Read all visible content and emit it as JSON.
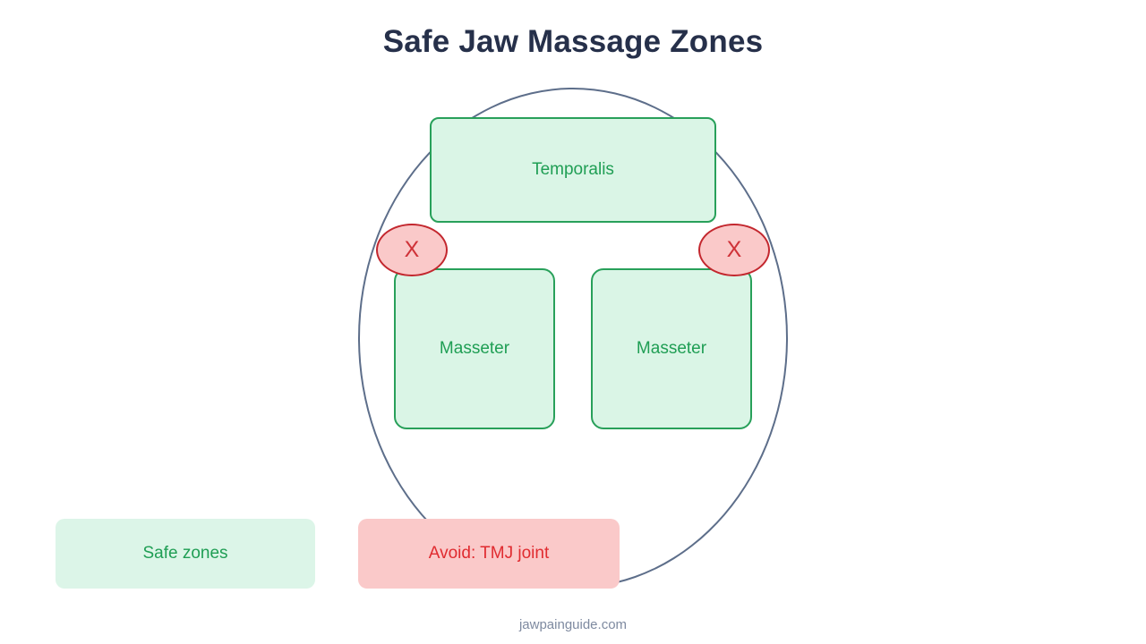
{
  "title": "Safe Jaw Massage Zones",
  "diagram": {
    "zones": [
      {
        "id": "temporalis",
        "label": "Temporalis"
      },
      {
        "id": "masseter-left",
        "label": "Masseter"
      },
      {
        "id": "masseter-right",
        "label": "Masseter"
      }
    ],
    "avoid_markers": [
      {
        "id": "tmj-left",
        "label": "X"
      },
      {
        "id": "tmj-right",
        "label": "X"
      }
    ]
  },
  "legend": {
    "safe_label": "Safe zones",
    "avoid_label": "Avoid: TMJ joint"
  },
  "footer": "jawpainguide.com",
  "colors": {
    "title_text": "#26304a",
    "safe_fill": "#daf5e6",
    "legend_safe_fill": "#dcf5e8",
    "safe_border": "#28a05a",
    "safe_text": "#1f9e54",
    "avoid_fill": "#fac9c9",
    "avoid_border": "#c3272e",
    "avoid_text": "#e02b30",
    "x_text": "#cf3238",
    "face_outline": "#5d6e8a",
    "footer_text": "#7e8aa0"
  }
}
